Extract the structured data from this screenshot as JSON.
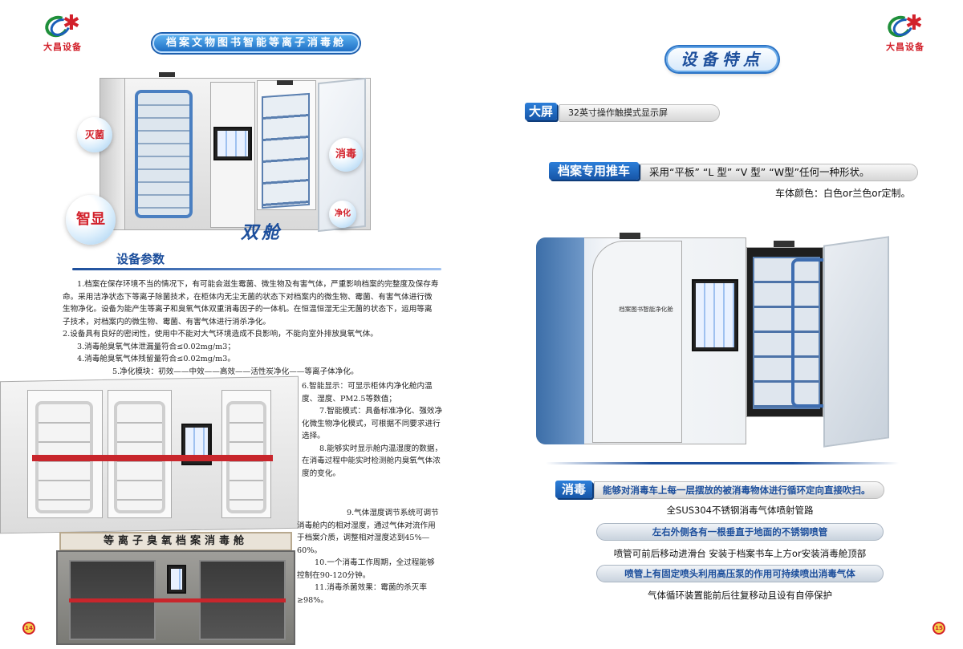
{
  "brand": {
    "logo_text": "大昌设备"
  },
  "left": {
    "banner": "档案文物图书智能等离子消毒舱",
    "bubbles": {
      "sterilize": "灭菌",
      "disinfect": "消毒",
      "smart": "智显",
      "purify": "净化"
    },
    "caption": "双舱",
    "section_title": "设备参数",
    "paragraphs": [
      "1.档案在保存环境不当的情况下，有可能会滋生霉菌、微生物及有害气体，严重影响档案的完整度及保存寿命。采用洁净状态下等离子除菌技术，在柜体内无尘无菌的状态下对档案内的微生物、霉菌、有害气体进行微生物净化。设备为能产生等离子和臭氧气体双重消毒因子的一体机。在恒温恒湿无尘无菌的状态下，运用等离子技术，对档案内的微生物、霉菌、有害气体进行消杀净化。",
      "2.设备具有良好的密闭性，使用中不能对大气环境造成不良影响，不能向室外排放臭氧气体。",
      "3.消毒舱臭氧气体泄漏量符合≤0.02mg/m3；",
      "4.消毒舱臭氧气体残留量符合≤0.02mg/m3。",
      "5.净化模块：初效——中效——高效——活性炭净化——等离子体净化。"
    ],
    "side_paragraphs": [
      "6.智能显示：可显示柜体内净化舱内温度、湿度、PM2.5等数值；",
      "7.智能模式：具备标准净化、强效净化微生物净化模式，可根据不同要求进行选择。",
      "8.能够实时显示舱内温湿度的数据，在消毒过程中能实时检测舱内臭氧气体浓度的变化。",
      "9.气体湿度调节系统可调节消毒舱内的相对湿度，通过气体对流作用于档案介质，调整相对湿度达到45%—60%。",
      "10.一个消毒工作周期，全过程能够控制在90-120分钟。",
      "11.消毒杀菌效果：霉菌的杀灭率≥98%。"
    ],
    "ozone_title": "等离子臭氧档案消毒舱",
    "page_number": "14"
  },
  "right": {
    "title": "设备特点",
    "screen_tag": "大屏",
    "screen_desc": "32英寸操作触摸式显示屏",
    "cart_tag": "档案专用推车",
    "cart_desc": "采用“平板” “L 型” “V 型” “W型”任何一种形状。",
    "color_note": "车体颜色：白色or兰色or定制。",
    "machine_label": "档案图书智能净化舱",
    "disinfect_tag": "消毒",
    "disinfect_desc": "能够对消毒车上每一层摆放的被消毒物体进行循环定向直接吹扫。",
    "features": [
      {
        "text": "全SUS304不锈钢消毒气体喷射管路",
        "style": "plain"
      },
      {
        "text": "左右外侧各有一根垂直于地面的不锈钢喷管",
        "style": "bar"
      },
      {
        "text": "喷管可前后移动进滑台 安装于档案书车上方or安装消毒舱顶部",
        "style": "plain"
      },
      {
        "text": "喷管上有固定喷头利用高压泵的作用可持续喷出消毒气体",
        "style": "bar"
      },
      {
        "text": "气体循环装置能前后往复移动且设有自停保护",
        "style": "plain"
      }
    ],
    "page_number": "15"
  },
  "colors": {
    "accent": "#1d4f9c",
    "brand_red": "#d2202a",
    "tag_blue": "#1f6fc5"
  }
}
